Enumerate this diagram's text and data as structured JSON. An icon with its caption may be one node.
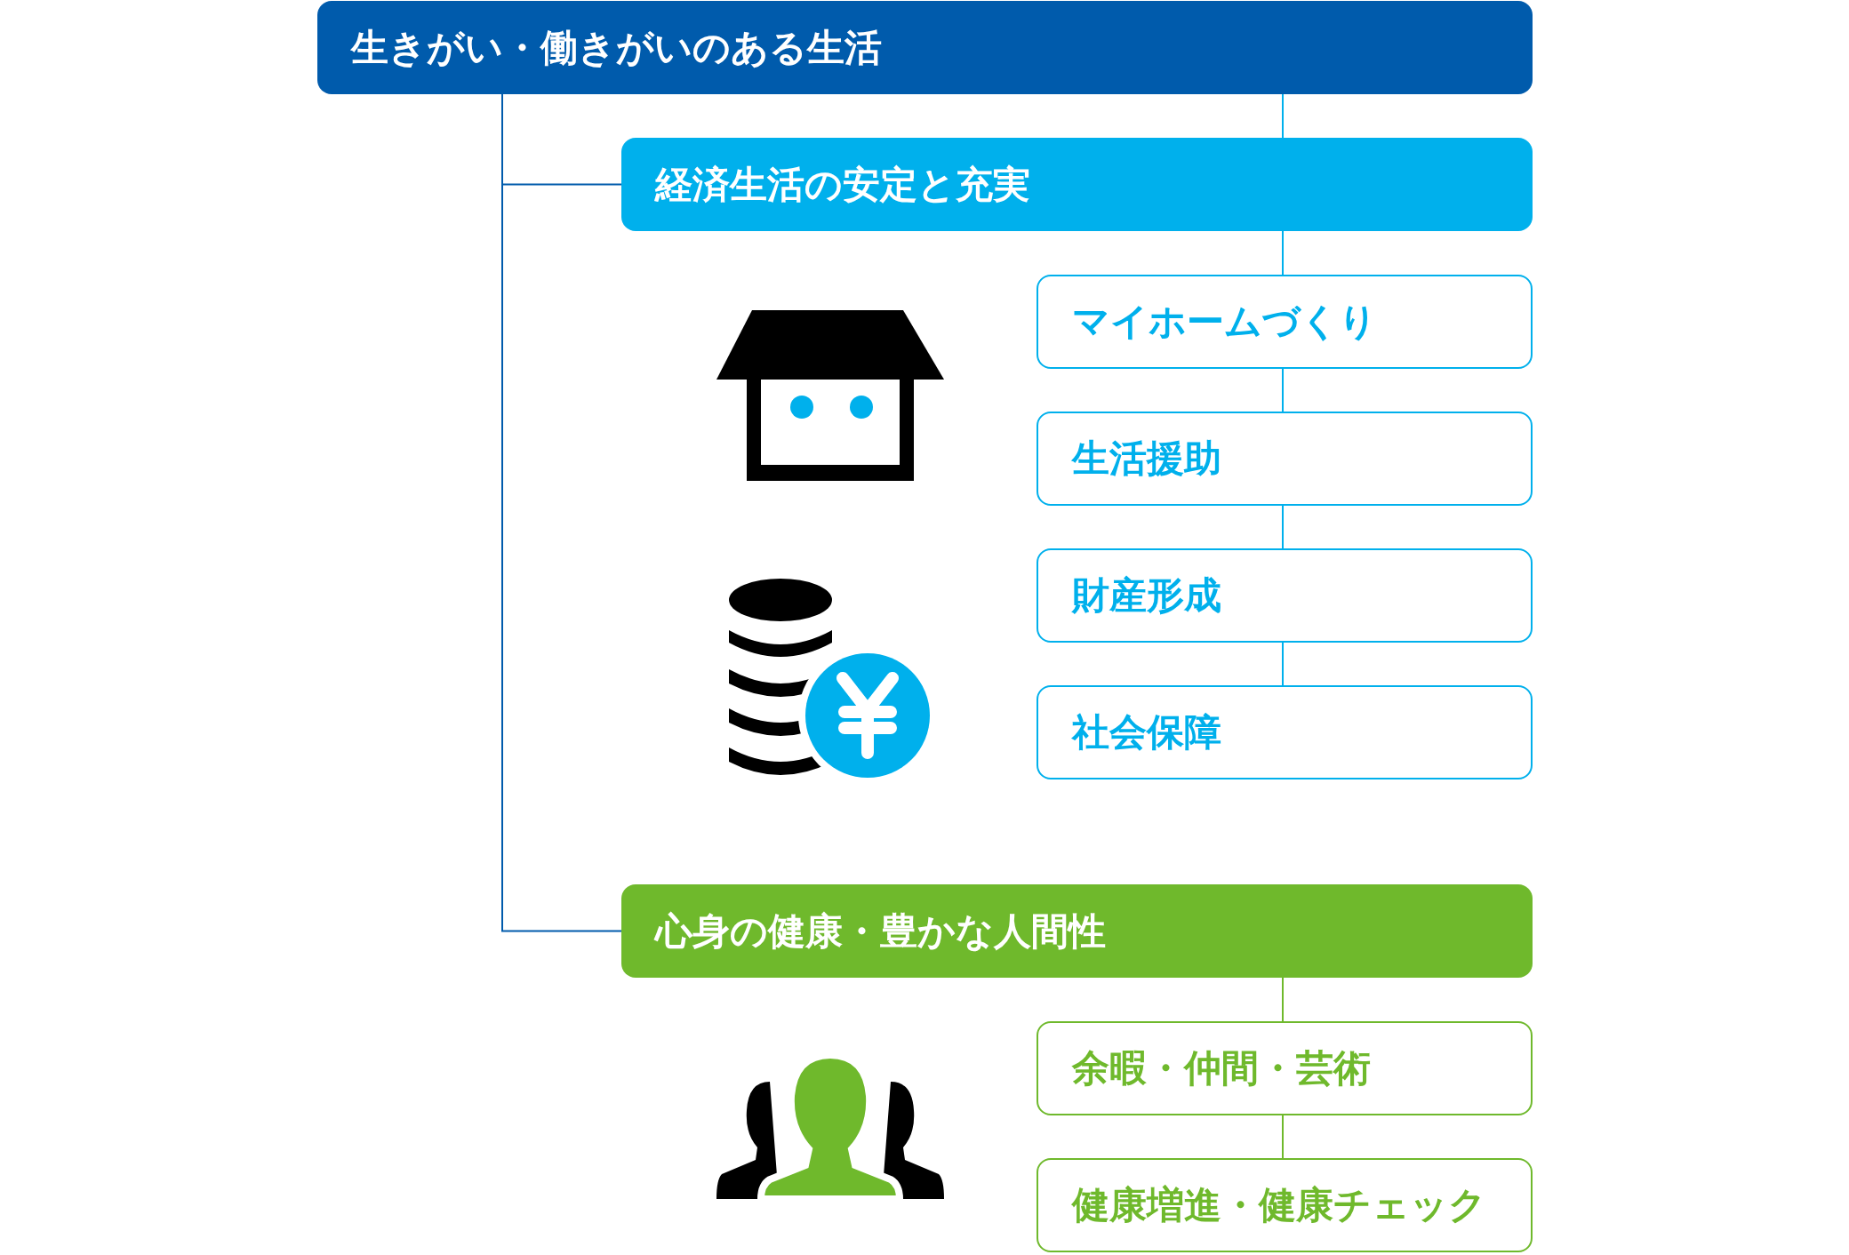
{
  "diagram": {
    "nodes": [
      {
        "text": [
          "生きがい・働きがいのある生活"
        ]
      },
      {
        "text": [
          "経済生活の安定と充実"
        ]
      },
      {
        "text": [
          "マイホームづくり"
        ]
      },
      {
        "text": [
          "生活援助"
        ]
      },
      {
        "text": [
          "財産形成"
        ]
      },
      {
        "text": [
          "社会保障"
        ]
      },
      {
        "text": [
          "心身の健康・豊かな人間性"
        ]
      },
      {
        "text": [
          "余暇・仲間・芸術"
        ]
      },
      {
        "text": [
          "健康増進・健康チェック"
        ]
      }
    ],
    "edges": [
      {
        "from": 0,
        "to": 1,
        "arrow": "none"
      },
      {
        "from": 0,
        "to": 1,
        "arrow": "none",
        "color": "#005bac"
      },
      {
        "from": 0,
        "to": 6,
        "arrow": "none",
        "color": "#005bac"
      },
      {
        "from": 1,
        "to": 2,
        "arrow": "none"
      },
      {
        "from": 2,
        "to": 3,
        "arrow": "none"
      },
      {
        "from": 3,
        "to": 4,
        "arrow": "none"
      },
      {
        "from": 4,
        "to": 5,
        "arrow": "none"
      },
      {
        "from": 6,
        "to": 7,
        "arrow": "none",
        "color": "#6fb92c"
      },
      {
        "from": 7,
        "to": 8,
        "arrow": "none",
        "color": "#6fb92c"
      }
    ]
  }
}
